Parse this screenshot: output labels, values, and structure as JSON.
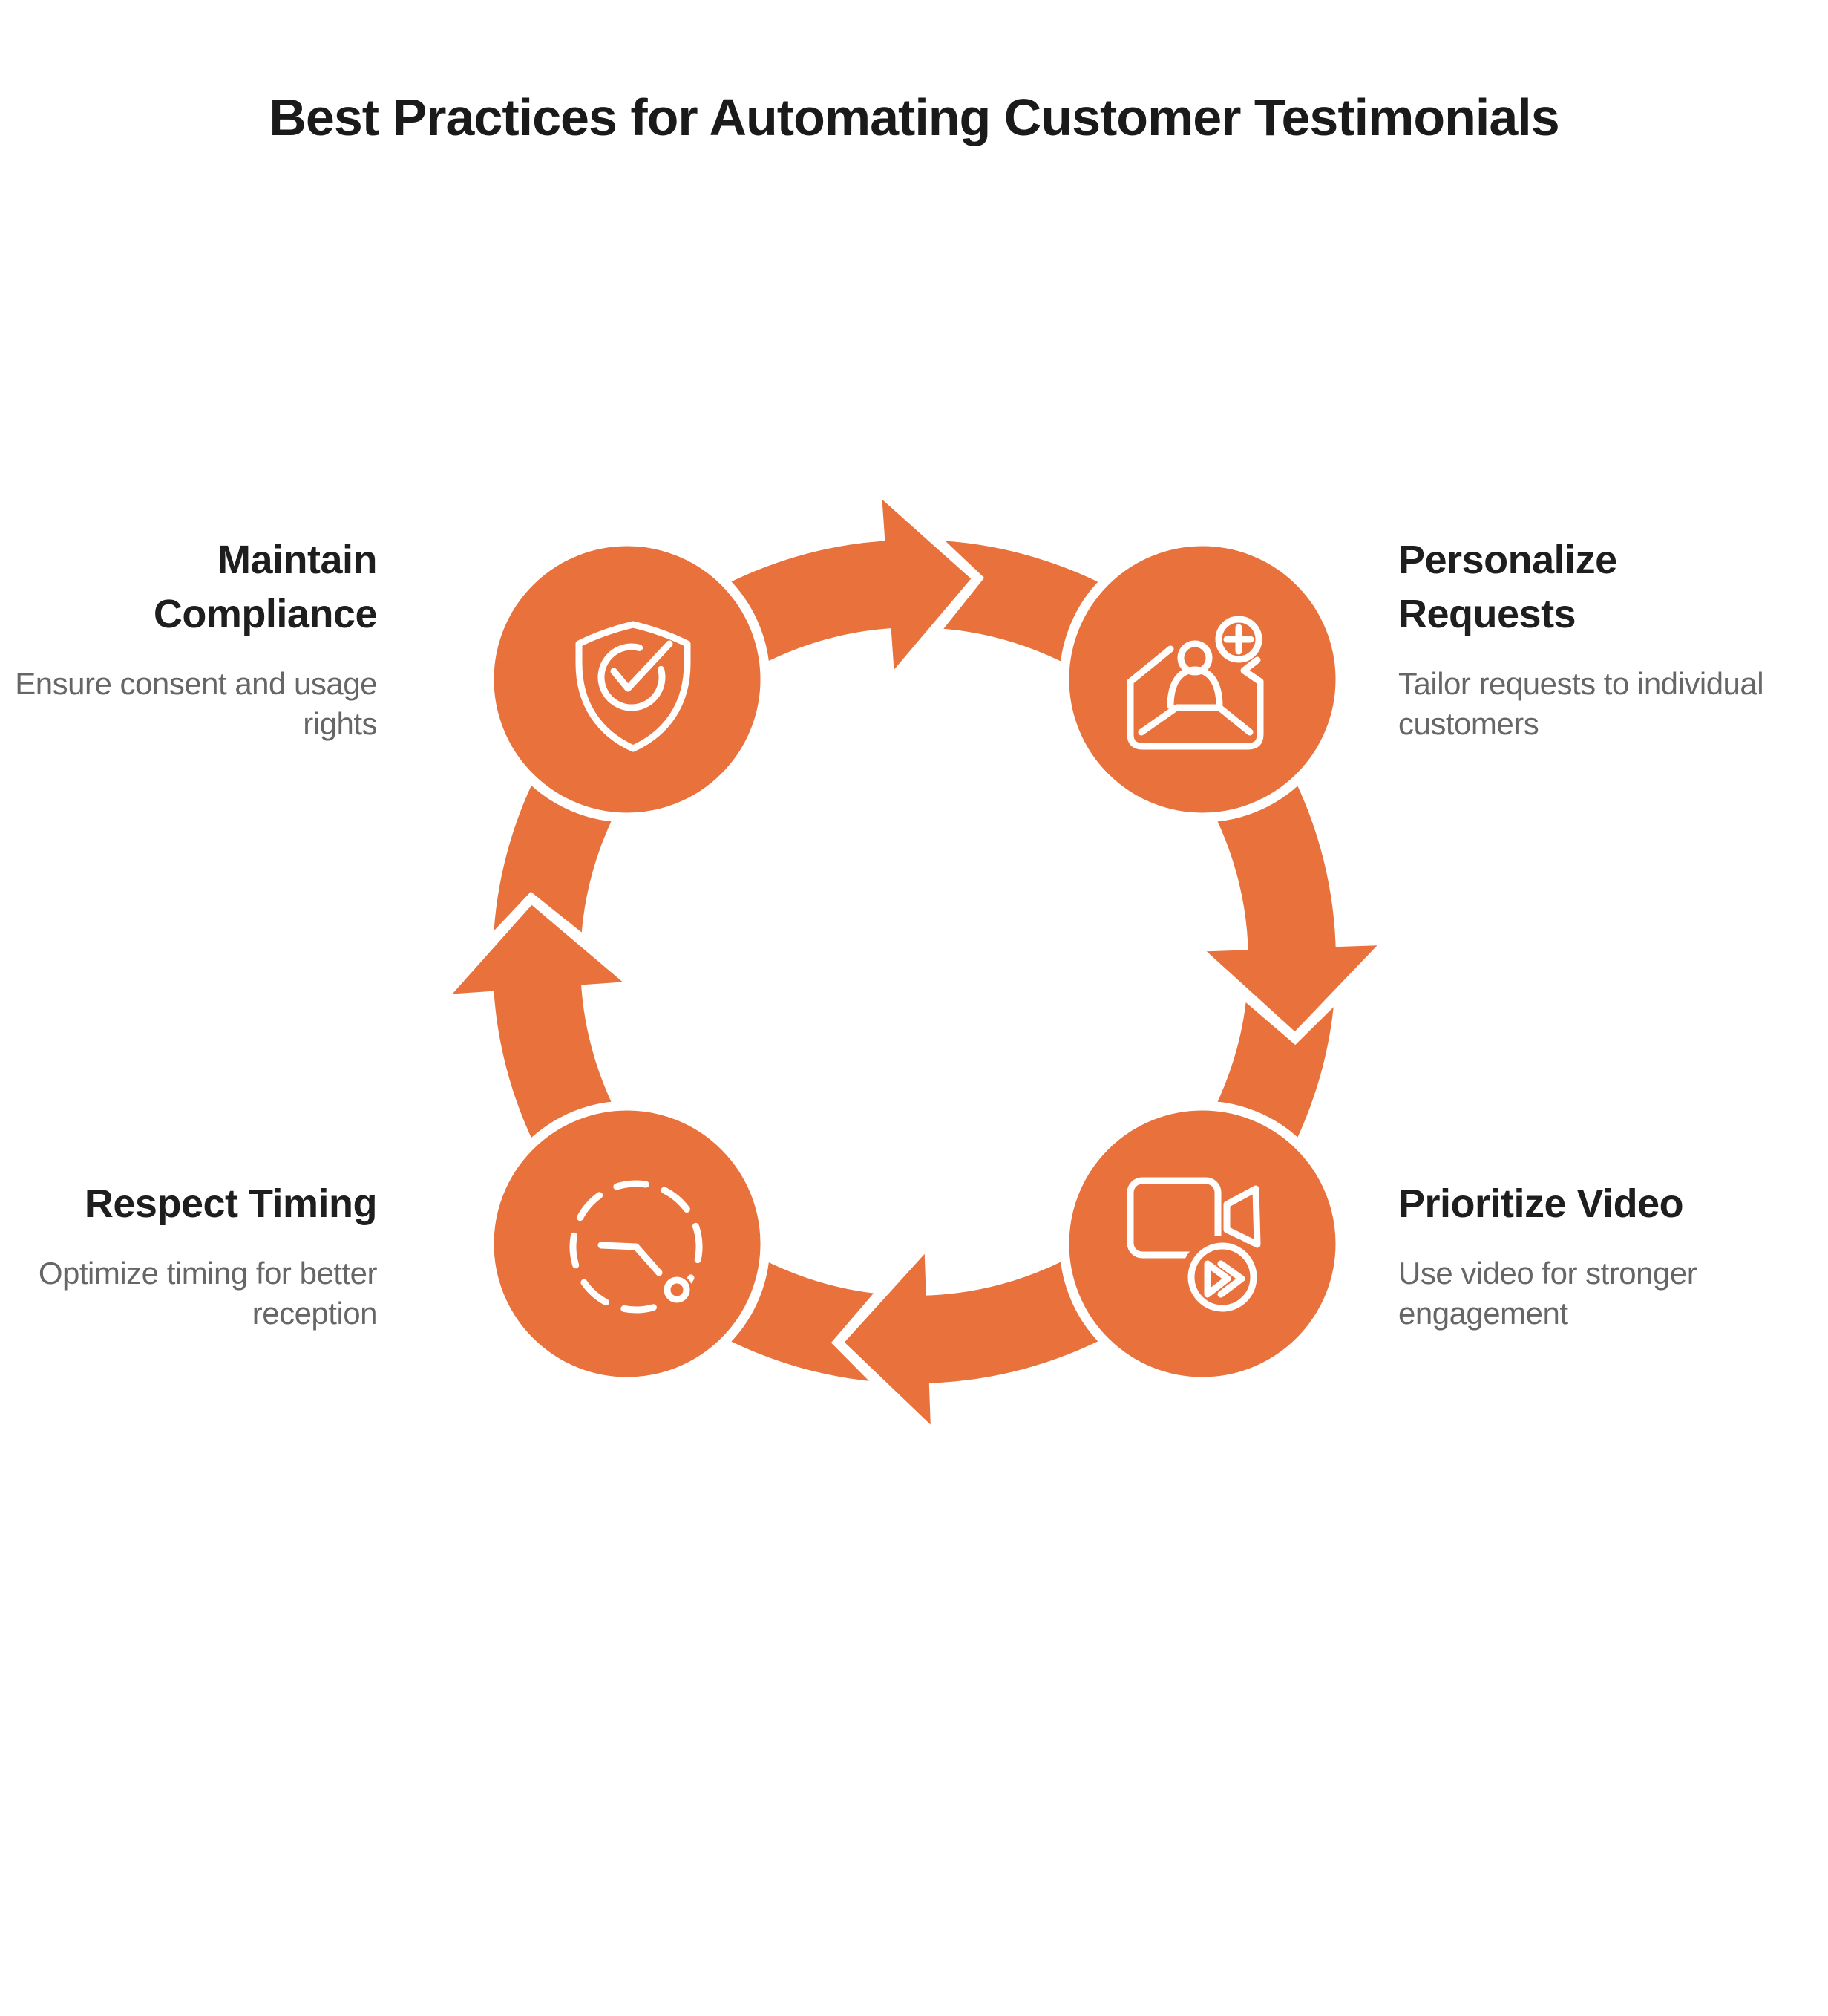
{
  "title": "Best Practices for Automating Customer Testimonials",
  "colors": {
    "accent_orange": "#E8713C",
    "heading_text": "#1E1E1E",
    "description_text": "#666666",
    "icon_stroke": "#FFFFFF",
    "background": "#FFFFFF"
  },
  "cycle": {
    "direction": "clockwise",
    "steps": [
      {
        "id": "maintain-compliance",
        "position": "top-left",
        "title": "Maintain Compliance",
        "description": "Ensure consent and usage rights",
        "icon": "shield-check-icon"
      },
      {
        "id": "personalize-requests",
        "position": "top-right",
        "title": "Personalize Requests",
        "description": "Tailor requests to individual customers",
        "icon": "envelope-add-user-icon"
      },
      {
        "id": "prioritize-video",
        "position": "bottom-right",
        "title": "Prioritize Video",
        "description": "Use video for stronger engagement",
        "icon": "video-fast-forward-icon"
      },
      {
        "id": "respect-timing",
        "position": "bottom-left",
        "title": "Respect Timing",
        "description": "Optimize timing for better reception",
        "icon": "clock-timing-icon"
      }
    ]
  }
}
